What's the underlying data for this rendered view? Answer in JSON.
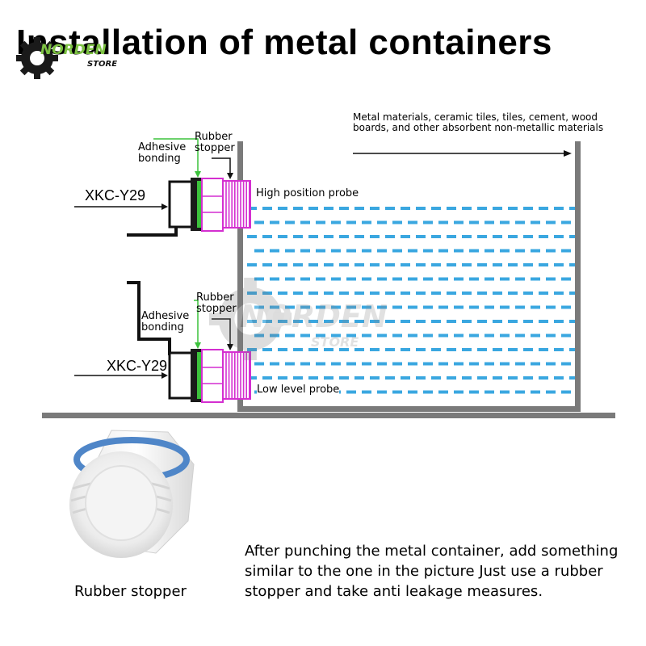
{
  "title": "Installation of metal containers",
  "logo": {
    "brand": "NORDEN",
    "store": "STORE"
  },
  "watermark": {
    "brand": "NORDEN",
    "store": "STORE"
  },
  "labels": {
    "materials": "Metal materials, ceramic tiles, tiles, cement, wood boards, and other absorbent non-metallic materials",
    "top_adhesive": "Adhesive bonding",
    "top_rubber": "Rubber stopper",
    "top_sensor": "XKC-Y29",
    "high_probe": "High position probe",
    "bottom_adhesive": "Adhesive bonding",
    "bottom_rubber": "Rubber stopper",
    "bottom_sensor": "XKC-Y29",
    "low_probe": "Low level probe"
  },
  "stopper_caption": "Rubber stopper",
  "note": "After punching the metal container, add something similar to the one in the picture Just use a rubber stopper and take anti leakage measures.",
  "colors": {
    "water": "#3aa7e0",
    "probe": "#d42fd0",
    "wall": "#7a7a7a",
    "pointer_green": "#3cc23c",
    "seal_ring": "#4f86c8"
  },
  "icons": {
    "logo": "gear-icon",
    "photo": "rubber-stopper-photo"
  }
}
